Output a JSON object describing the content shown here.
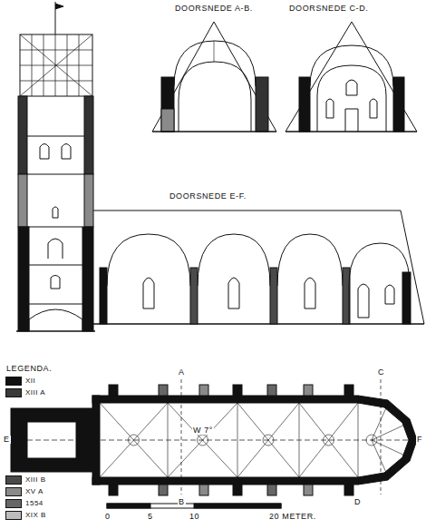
{
  "diagram": {
    "labels": [
      "DOORSNEDE A-B.",
      "DOORSNEDE C-D.",
      "DOORSNEDE E-F.",
      "LEGENDA.",
      "A",
      "B",
      "C",
      "D",
      "E",
      "F",
      "W 7°",
      "0",
      "5",
      "10",
      "20 METER."
    ],
    "legend": [
      {
        "text": "XII",
        "color": "#111111"
      },
      {
        "text": "XIII A",
        "color": "#3a3a3a"
      },
      {
        "text": "XIII B",
        "color": "#4a4a4a"
      },
      {
        "text": "XV A",
        "color": "#8a8a8a"
      },
      {
        "text": "1554",
        "color": "#666666"
      },
      {
        "text": "XIX B",
        "color": "#bdbdbd"
      }
    ]
  }
}
